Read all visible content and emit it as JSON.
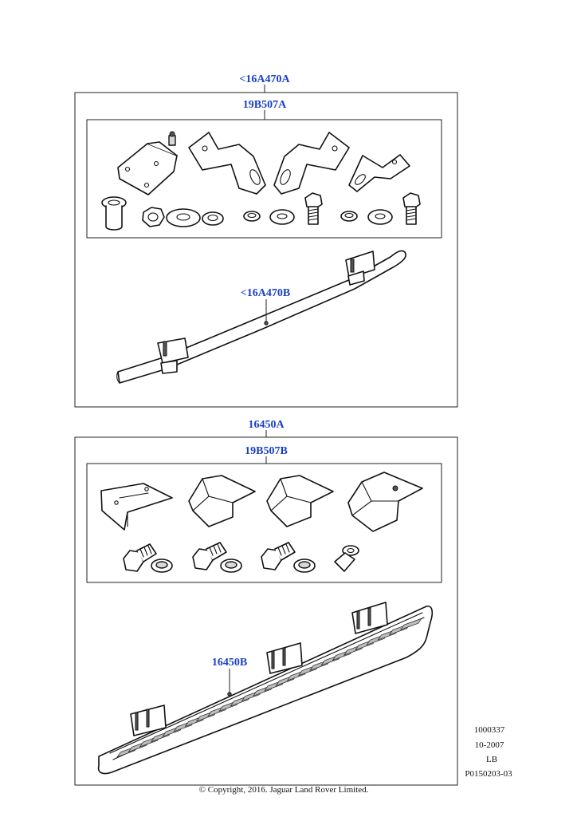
{
  "diagram": {
    "groups": [
      {
        "label": "<16A470A",
        "kit_label": "19B507A",
        "main_part_label": "<16A470B"
      },
      {
        "label": "16450A",
        "kit_label": "19B507B",
        "main_part_label": "16450B"
      }
    ],
    "reference": {
      "code": "1000337",
      "date": "10-2007",
      "region": "LB",
      "illustration_id": "P0150203-03"
    },
    "copyright": "© Copyright, 2016. Jaguar Land Rover Limited."
  }
}
